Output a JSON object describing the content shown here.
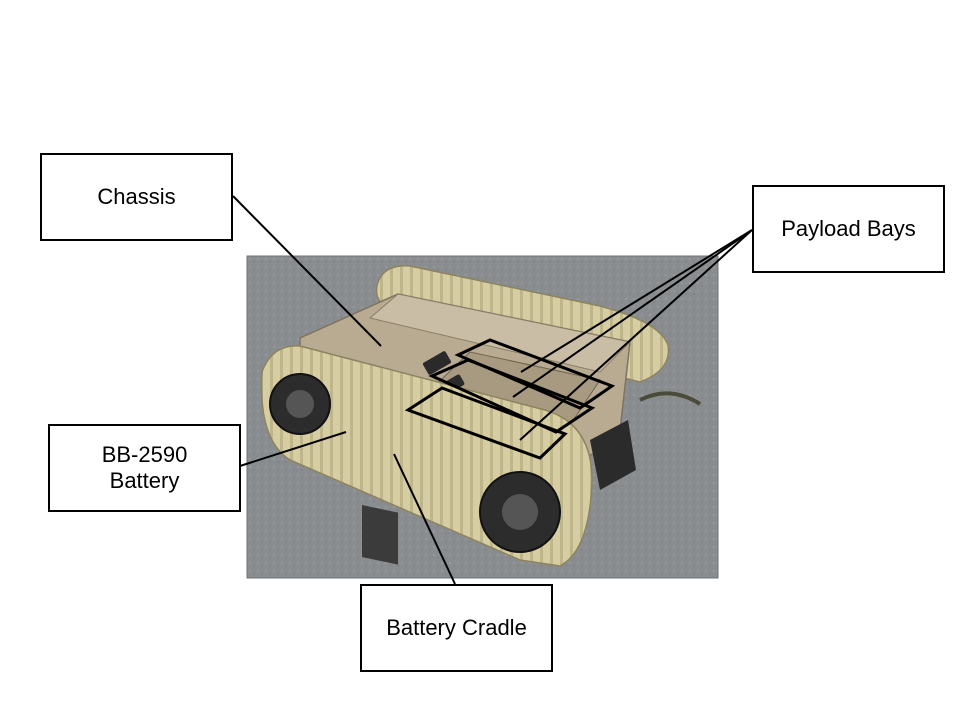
{
  "colors": {
    "line": "#000000",
    "box_fill": "#ffffff",
    "box_border": "#000000",
    "floor": "#8a8d8f",
    "track": "#d8cfa4",
    "metal": "#b9ab92"
  },
  "callouts": {
    "chassis": {
      "label": "Chassis"
    },
    "payload_bays": {
      "label": "Payload Bays"
    },
    "battery": {
      "line1": "BB-2590",
      "line2": "Battery"
    },
    "battery_cradle": {
      "label": "Battery Cradle"
    }
  },
  "photo": {
    "subject": "tracked-robot-platform"
  }
}
